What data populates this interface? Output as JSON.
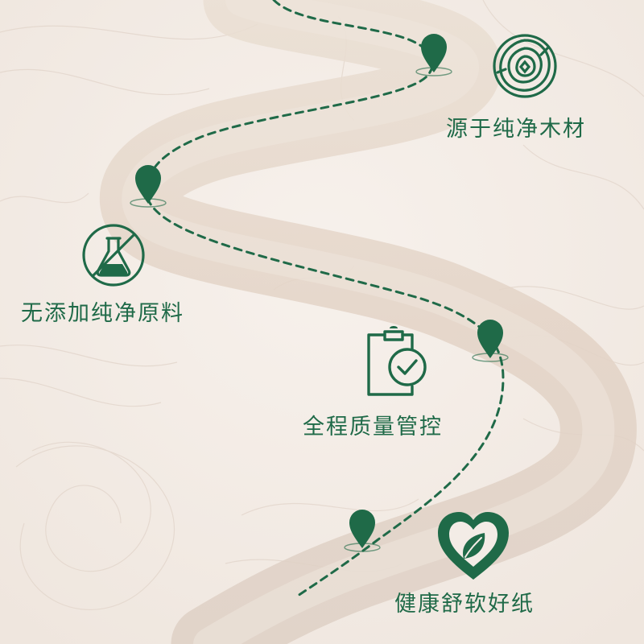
{
  "features": [
    {
      "id": "wood",
      "label": "源于纯净木材",
      "icon": "wood-rings-icon"
    },
    {
      "id": "noadd",
      "label": "无添加纯净原料",
      "icon": "no-chemical-flask-icon"
    },
    {
      "id": "qc",
      "label": "全程质量管控",
      "icon": "clipboard-check-icon"
    },
    {
      "id": "health",
      "label": "健康舒软好纸",
      "icon": "heart-leaf-icon"
    }
  ],
  "colors": {
    "accent": "#1f6a48",
    "background": "#f3ece6",
    "road": "#e6d8cb"
  }
}
